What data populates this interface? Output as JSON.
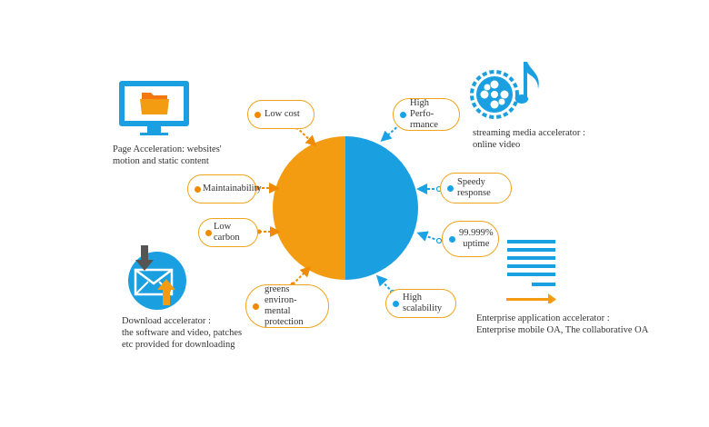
{
  "colors": {
    "orange": "#f39c12",
    "blue": "#1a9fe0",
    "dark_orange": "#f08a00"
  },
  "center": {
    "left_color": "#f39c12",
    "right_color": "#1a9fe0"
  },
  "features_left": [
    {
      "label": "Low cost"
    },
    {
      "label": "Maintainability"
    },
    {
      "label": "Low carbon"
    },
    {
      "label_lines": [
        "greens environ-",
        "mental protection"
      ]
    }
  ],
  "features_right": [
    {
      "label_lines": [
        "High Perfo-",
        "rmance"
      ]
    },
    {
      "label": "Speedy response"
    },
    {
      "label_lines": [
        "99.999%",
        "uptime"
      ]
    },
    {
      "label": "High scalability"
    }
  ],
  "categories": {
    "page": {
      "icon": "monitor-folder-icon",
      "lines": [
        "Page Acceleration: websites'",
        "motion and static content"
      ]
    },
    "download": {
      "icon": "envelope-download-icon",
      "lines": [
        "Download accelerator :",
        "the software and video, patches",
        "etc provided for downloading"
      ]
    },
    "streaming": {
      "icon": "film-reel-music-note-icon",
      "lines": [
        "streaming media accelerator :",
        "online video"
      ]
    },
    "enterprise": {
      "icon": "document-lines-arrow-icon",
      "lines": [
        "Enterprise application accelerator :",
        "Enterprise mobile OA, The collaborative OA"
      ]
    }
  }
}
